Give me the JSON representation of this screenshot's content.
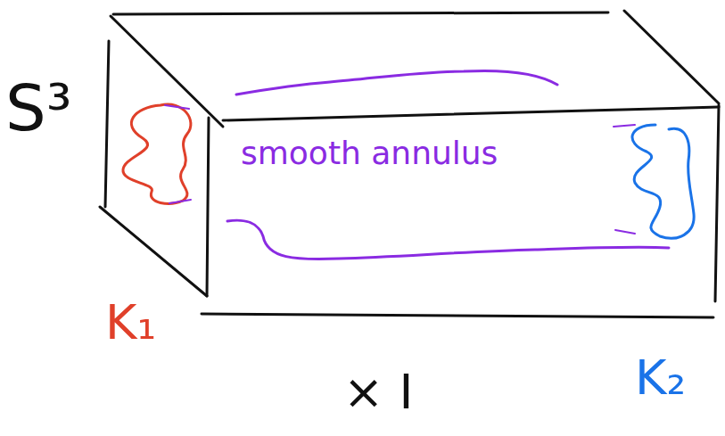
{
  "diagram": {
    "labels": [
      "S³",
      "smooth annulus",
      "K₁",
      "K₂",
      "× I"
    ]
  }
}
